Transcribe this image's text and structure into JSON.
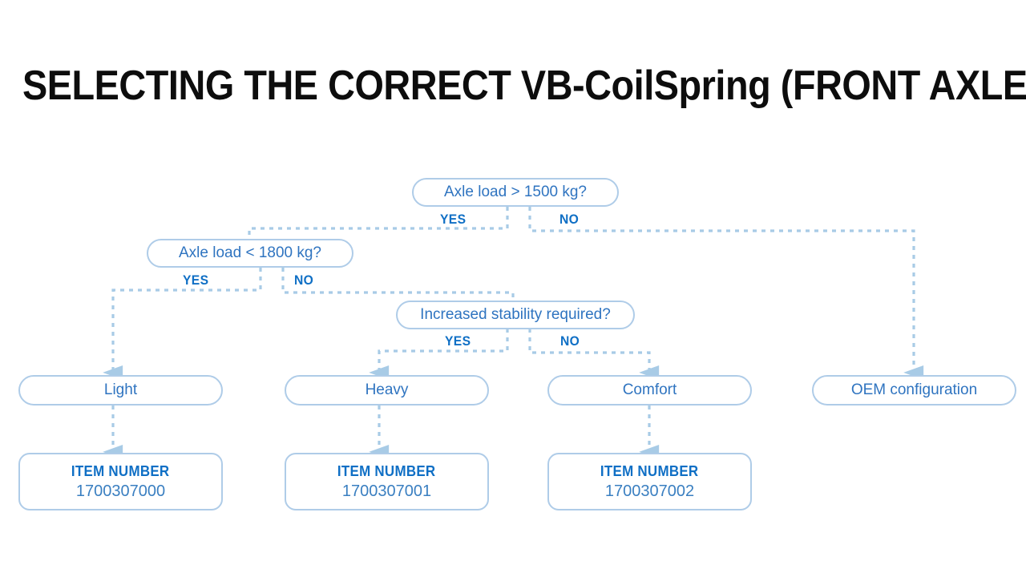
{
  "page": {
    "title": "SELECTING THE CORRECT VB-CoilSpring (FRONT AXLE)",
    "background": "#ffffff"
  },
  "colors": {
    "node_border": "#afcce8",
    "node_text": "#2f74c0",
    "branch_label": "#0f6fc5",
    "connector": "#a8cbe6",
    "title_text": "#0d0d0d"
  },
  "flowchart": {
    "type": "decision-tree",
    "decisions": [
      {
        "id": "d1",
        "question": "Axle load > 1500 kg?",
        "yes_label": "YES",
        "no_label": "NO",
        "yes_target": "d2",
        "no_target": "r4"
      },
      {
        "id": "d2",
        "question": "Axle load < 1800 kg?",
        "yes_label": "YES",
        "no_label": "NO",
        "yes_target": "r1",
        "no_target": "d3"
      },
      {
        "id": "d3",
        "question": "Increased stability required?",
        "yes_label": "YES",
        "no_label": "NO",
        "yes_target": "r2",
        "no_target": "r3"
      }
    ],
    "results": [
      {
        "id": "r1",
        "label": "Light",
        "item_target": "i1"
      },
      {
        "id": "r2",
        "label": "Heavy",
        "item_target": "i2"
      },
      {
        "id": "r3",
        "label": "Comfort",
        "item_target": "i3"
      },
      {
        "id": "r4",
        "label": "OEM configuration",
        "item_target": null
      }
    ],
    "items": [
      {
        "id": "i1",
        "label": "ITEM NUMBER",
        "value": "1700307000"
      },
      {
        "id": "i2",
        "label": "ITEM NUMBER",
        "value": "1700307001"
      },
      {
        "id": "i3",
        "label": "ITEM NUMBER",
        "value": "1700307002"
      }
    ]
  }
}
